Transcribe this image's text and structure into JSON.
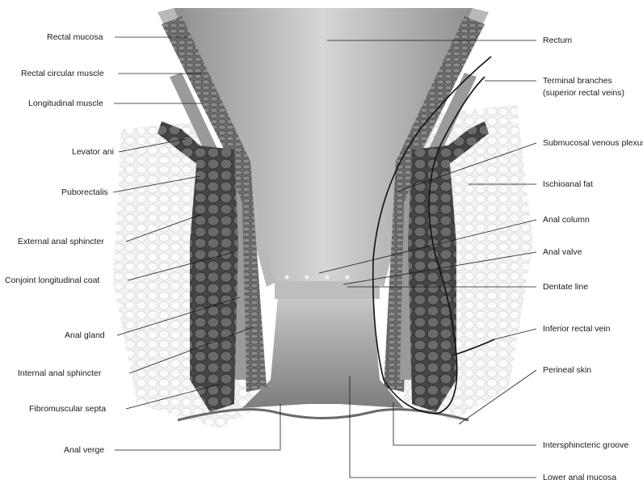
{
  "labels_left": [
    {
      "id": "rectal-mucosa",
      "text": "Rectal mucosa"
    },
    {
      "id": "rectal-circular-muscle",
      "text": "Rectal circular muscle"
    },
    {
      "id": "longitudinal-muscle",
      "text": "Longitudinal muscle"
    },
    {
      "id": "levator-ani",
      "text": "Levator ani"
    },
    {
      "id": "puborectalis",
      "text": "Puborectalis"
    },
    {
      "id": "external-anal-sphincter",
      "text": "External anal sphincter"
    },
    {
      "id": "conjoint-longitudinal-coat",
      "text": "Conjoint longitudinal coat"
    },
    {
      "id": "anal-gland",
      "text": "Anal gland"
    },
    {
      "id": "internal-anal-sphincter",
      "text": "Internal anal sphincter"
    },
    {
      "id": "fibromuscular-septa",
      "text": "Fibromuscular septa"
    },
    {
      "id": "anal-verge",
      "text": "Anal verge"
    }
  ],
  "labels_right": [
    {
      "id": "rectum",
      "text": "Rectum"
    },
    {
      "id": "terminal-branches",
      "text": "Terminal branches"
    },
    {
      "id": "superior-rectal-veins",
      "text": "(superior rectal veins)"
    },
    {
      "id": "submucosal-venous-plexus",
      "text": "Submucosal venous plexus"
    },
    {
      "id": "ischioanal-fat",
      "text": "Ischioanal fat"
    },
    {
      "id": "anal-column",
      "text": "Anal column"
    },
    {
      "id": "anal-valve",
      "text": "Anal valve"
    },
    {
      "id": "dentate-line",
      "text": "Dentate line"
    },
    {
      "id": "inferior-rectal-vein",
      "text": "Inferior rectal vein"
    },
    {
      "id": "perineal-skin",
      "text": "Perineal skin"
    },
    {
      "id": "intersphincteric-groove",
      "text": "Intersphincteric groove"
    },
    {
      "id": "lower-anal-mucosa",
      "text": "Lower anal mucosa"
    }
  ]
}
